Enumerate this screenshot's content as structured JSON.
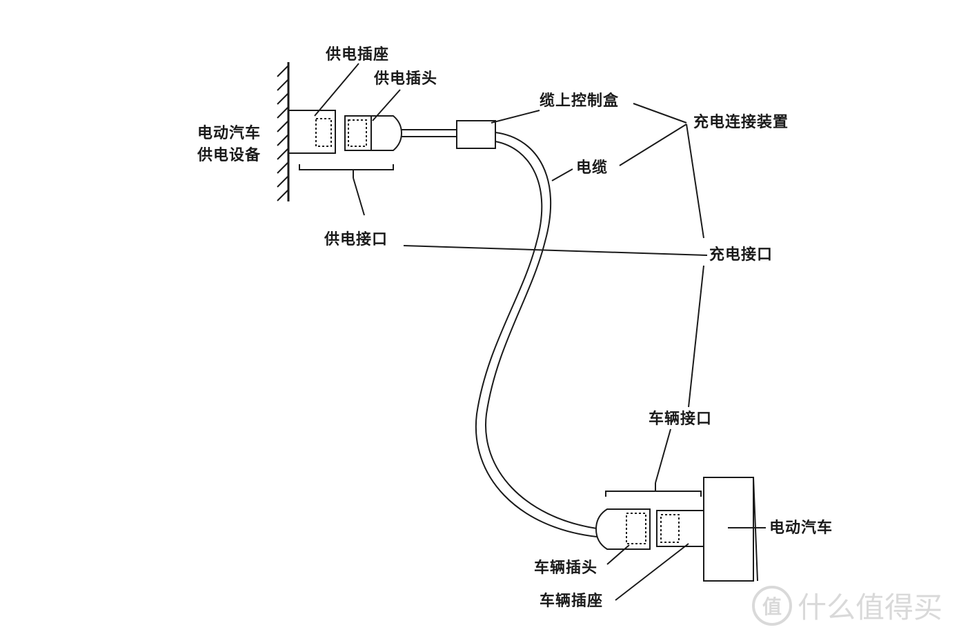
{
  "diagram": {
    "labels": {
      "supply_socket": "供电插座",
      "supply_plug": "供电插头",
      "ev_supply_equipment_line1": "电动汽车",
      "ev_supply_equipment_line2": "供电设备",
      "in_cable_control_box": "缆上控制盒",
      "charging_connection_device": "充电连接装置",
      "cable": "电缆",
      "supply_interface": "供电接口",
      "charging_interface": "充电接口",
      "vehicle_interface": "车辆接口",
      "electric_vehicle": "电动汽车",
      "vehicle_plug": "车辆插头",
      "vehicle_socket": "车辆插座"
    },
    "watermark": {
      "logo_text": "值",
      "text": "什么值得买"
    }
  }
}
